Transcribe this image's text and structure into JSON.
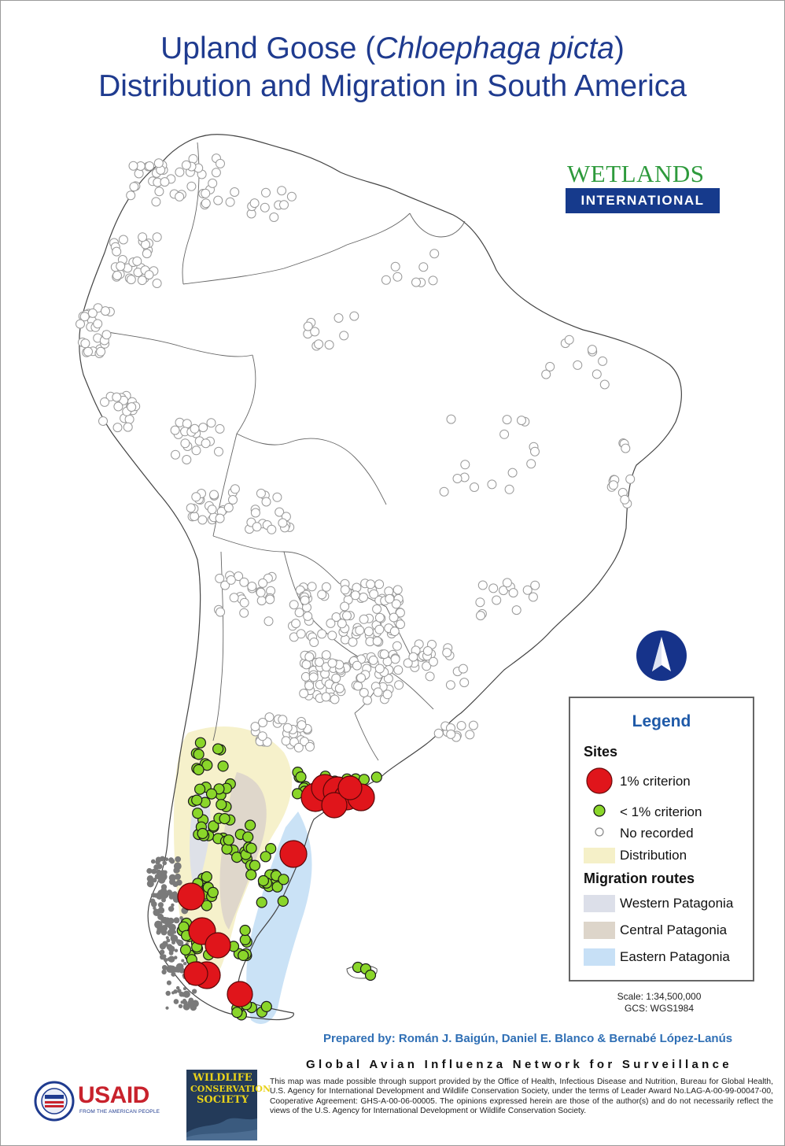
{
  "title": {
    "line1_pre": "Upland Goose (",
    "line1_species": "Chloephaga picta",
    "line1_post": ")",
    "line2": "Distribution and Migration in South America"
  },
  "logos": {
    "wetlands_word": "WETLANDS",
    "wetlands_bar": "INTERNATIONAL",
    "usaid_word": "USAID",
    "usaid_sub": "FROM THE AMERICAN PEOPLE",
    "wcs_lines": [
      "WILDLIFE",
      "CONSERVATION",
      "SOCIETY"
    ]
  },
  "legend": {
    "title": "Legend",
    "sites_heading": "Sites",
    "sites": [
      {
        "label": "1% criterion",
        "color": "#e0151b"
      },
      {
        "label": "< 1% criterion",
        "color": "#8ad62a"
      },
      {
        "label": "No recorded",
        "color": "#ffffff"
      }
    ],
    "distribution_label": "Distribution",
    "distribution_color": "#f5f0c8",
    "routes_heading": "Migration routes",
    "routes": [
      {
        "label": "Western Patagonia",
        "color": "#dcdfe9"
      },
      {
        "label": "Central Patagonia",
        "color": "#ddd5ca"
      },
      {
        "label": "Eastern Patagonia",
        "color": "#c7e0f6"
      }
    ]
  },
  "scale": {
    "scale": "Scale: 1:34,500,000",
    "gcs": "GCS: WGS1984"
  },
  "credits": {
    "prepared": "Prepared by: Román J. Baigún, Daniel E. Blanco & Bernabé López-Lanús",
    "network": "Global Avian Influenza Network for Surveillance",
    "disclaimer": "This map was made possible through support provided by the Office of Health, Infectious Disease and Nutrition, Bureau for Global Health, U.S. Agency for International Development and Wildlife Conservation Society, under the terms of Leader Award No.LAG-A-00-99-00047-00, Cooperative Agreement: GHS-A-00-06-00005. The opinions expressed herein are those of the author(s) and do not necessarily reflect the views of the U.S. Agency for International Development or Wildlife Conservation Society."
  },
  "map_sites": {
    "one_percent_site_count": 14,
    "below_one_percent_site_count": 110,
    "no_record_site_count": 420
  }
}
